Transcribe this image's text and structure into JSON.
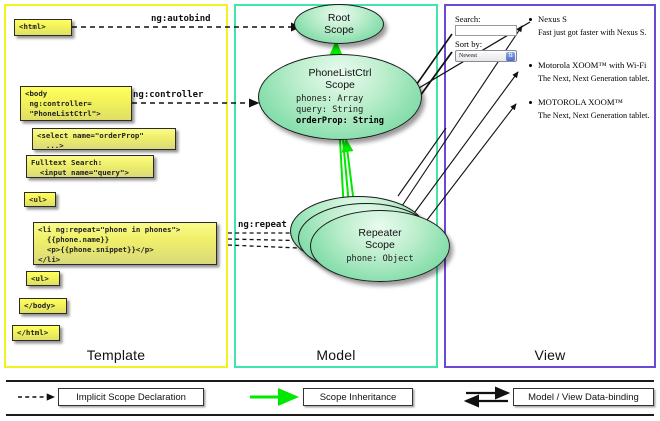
{
  "panels": {
    "template": {
      "caption": "Template",
      "border_color": "#f2f21f"
    },
    "model": {
      "caption": "Model",
      "border_color": "#3fe6ab"
    },
    "view": {
      "caption": "View",
      "border_color": "#6a49d6"
    }
  },
  "template": {
    "boxes": [
      {
        "id": "html-open",
        "text": "<html>"
      },
      {
        "id": "body-open",
        "text": "<body\n ng:controller=\n \"PhoneListCtrl\">"
      },
      {
        "id": "select",
        "text": "<select name=\"orderProp\"\n  ...>"
      },
      {
        "id": "fulltext",
        "text": "Fulltext Search:\n  <input name=\"query\">"
      },
      {
        "id": "ul-open",
        "text": "<ul>"
      },
      {
        "id": "li-repeat",
        "text": "<li ng:repeat=\"phone in phones\">\n  {{phone.name}}\n  <p>{{phone.snippet}}</p>\n</li>"
      },
      {
        "id": "ul-close",
        "text": "<ul>"
      },
      {
        "id": "body-close",
        "text": "</body>"
      },
      {
        "id": "html-close",
        "text": "</html>"
      }
    ]
  },
  "edge_labels": {
    "autobind": "ng:autobind",
    "controller": "ng:controller",
    "repeat": "ng:repeat"
  },
  "model": {
    "scopes": [
      {
        "id": "root",
        "title_lines": [
          "Root",
          "Scope"
        ],
        "props": []
      },
      {
        "id": "phonelistctrl",
        "title_lines": [
          "PhoneListCtrl",
          "Scope"
        ],
        "props": [
          {
            "text": "phones: Array",
            "bold": false
          },
          {
            "text": "query: String",
            "bold": false
          },
          {
            "text": "orderProp: String",
            "bold": true
          }
        ]
      },
      {
        "id": "repeater",
        "title_lines": [
          "Repeater",
          "Scope"
        ],
        "props": [
          {
            "text": "phone: Object",
            "bold": false
          }
        ]
      }
    ]
  },
  "view": {
    "search_label": "Search:",
    "search_value": "",
    "sort_label": "Sort by:",
    "sort_selected": "Newest",
    "select_arrow_glyph": "⇅",
    "phones": [
      {
        "name": "Nexus S",
        "snippet": "Fast just got faster with Nexus S."
      },
      {
        "name": "Motorola XOOM™  with Wi-Fi",
        "snippet": "The Next, Next Generation tablet."
      },
      {
        "name": "MOTOROLA XOOM™",
        "snippet": "The Next, Next Generation tablet."
      }
    ]
  },
  "legend": {
    "items": [
      {
        "id": "implicit",
        "label": "Implicit Scope Declaration",
        "style": "dashed-black"
      },
      {
        "id": "inheritance",
        "label": "Scope Inheritance",
        "style": "solid-green"
      },
      {
        "id": "databinding",
        "label": "Model / View Data-binding",
        "style": "double-black"
      }
    ]
  },
  "colors": {
    "green_arrow": "#00e800",
    "code_box_fill": "#f2f25a",
    "scope_fill": "#8adfae"
  }
}
